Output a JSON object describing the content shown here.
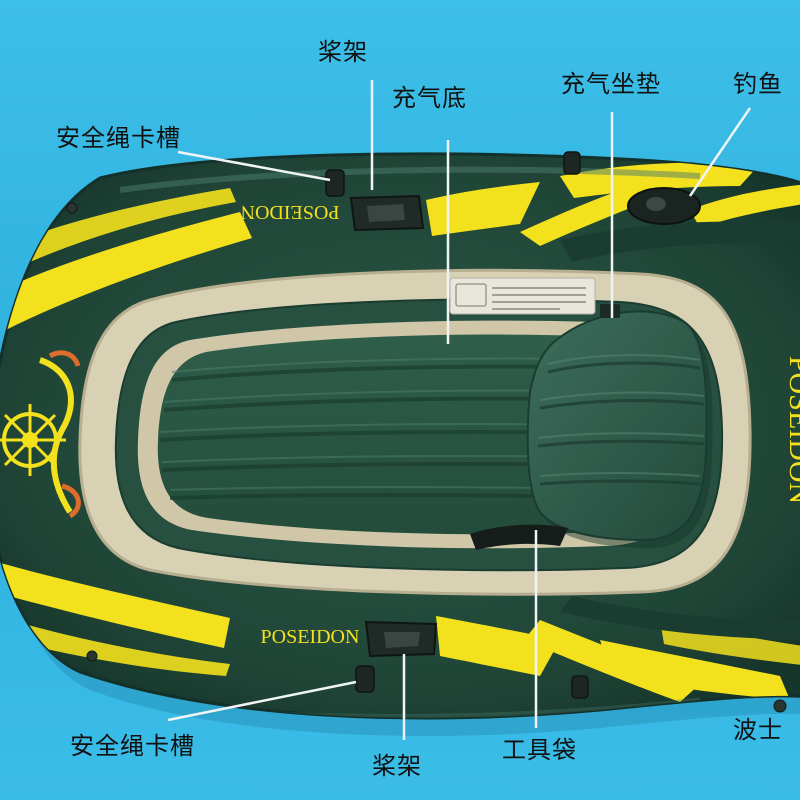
{
  "palette": {
    "water": "#33b6e4",
    "hull_green": "#22493c",
    "hull_green_light": "#356758",
    "stripe_yellow": "#f3e11d",
    "inner_cream": "#d8d1b4",
    "floor_green": "#2d5947",
    "label_text": "#111111",
    "leader_line": "#f0f4f7",
    "handle_dark": "#202a27",
    "accent_orange": "#dc6d2c"
  },
  "boat": {
    "brand_top": "POSEIDON",
    "brand_bottom": "POSEIDON",
    "brand_side": "POSEIDON"
  },
  "callouts": {
    "oar_holder_top": "桨架",
    "inflatable_floor": "充气底",
    "inflatable_seat": "充气坐垫",
    "rod_holder_partial": "钓鱼",
    "rope_slot_top": "安全绳卡槽",
    "rope_slot_bottom": "安全绳卡槽",
    "oar_holder_bottom": "桨架",
    "tool_bag": "工具袋",
    "boston_valve_partial": "波士"
  },
  "icons": {
    "ship_wheel": "ship-wheel-icon",
    "fishing_rod_holder": "fishing-rod-holder-icon",
    "oar_lock": "oar-lock-icon",
    "rope_clip": "rope-clip-icon",
    "valve": "valve-icon"
  }
}
